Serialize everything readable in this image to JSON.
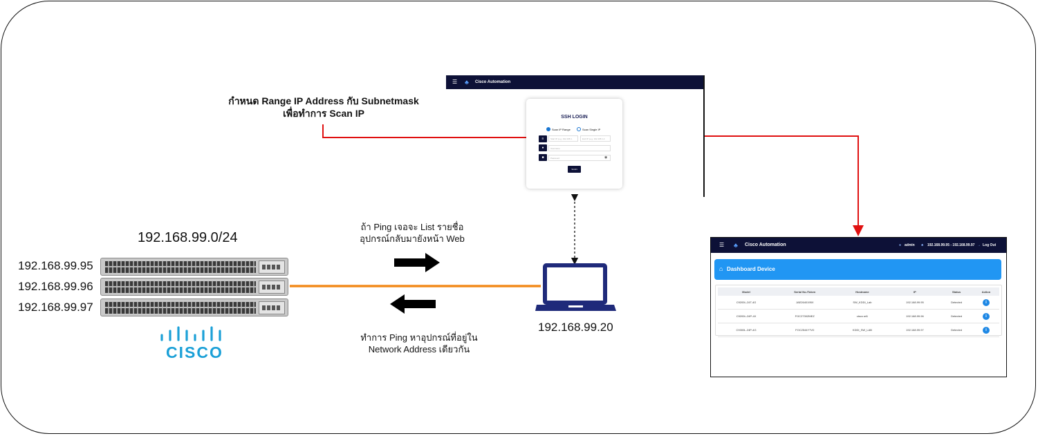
{
  "diagram": {
    "scan_caption_line1": "กำหนด Range IP Address กับ Subnetmask",
    "scan_caption_line2": "เพื่อทำการ Scan IP",
    "network_label": "192.168.99.0/24",
    "switch_ips": [
      "192.168.99.95",
      "192.168.99.96",
      "192.168.99.97"
    ],
    "cisco_logo_text": "CISCO",
    "laptop_ip": "192.168.99.20",
    "return_caption_line1": "ถ้า Ping เจอจะ List รายชื่อ",
    "return_caption_line2": "อุปกรณ์กลับมายังหน้า Web",
    "ping_caption_line1": "ทำการ Ping หาอุปกรณ์ที่อยู่ใน",
    "ping_caption_line2": "Network Address เดียวกัน",
    "colors": {
      "link_orange": "#f28a1b",
      "arrow_red": "#e01010",
      "laptop_blue": "#1f2a7a",
      "cisco_blue": "#1ba0d7",
      "nav_dark": "#0d1137"
    }
  },
  "login_app": {
    "nav_title": "Cisco Automation",
    "form_title": "SSH LOGIN",
    "radio_range": "Scan IP Range",
    "radio_single": "Scan Single IP",
    "start_ip_placeholder": "Start IP (e.g. 192.168.1.",
    "end_ip_placeholder": "End IP (e.g. 192.168.1.2",
    "username_placeholder": "Username",
    "password_placeholder": "Password",
    "submit_label": "SCAN"
  },
  "dashboard_app": {
    "nav_title": "Cisco Automation",
    "user": "admin",
    "ip_range": "192.168.99.95 - 192.168.99.97",
    "logout": "Log Out",
    "header": "Dashboard Device",
    "columns": [
      "Model",
      "Serial No./Token",
      "Hostname",
      "IP",
      "Status",
      "Action"
    ],
    "rows": [
      {
        "model": "C9200L-24T-4G",
        "serial": "JAE2640195X",
        "hostname": "SW_KDDI_Lab",
        "ip": "192.168.99.95",
        "status": "Detected"
      },
      {
        "model": "C9200L-24P-4X",
        "serial": "FOC2730ZMEZ",
        "hostname": "cisco wt1",
        "ip": "192.168.99.96",
        "status": "Detected"
      },
      {
        "model": "C9300L-24P-4G",
        "serial": "FOC2544Y7V0",
        "hostname": "KDDI_SW_LAB",
        "ip": "192.168.99.97",
        "status": "Detected"
      }
    ]
  }
}
